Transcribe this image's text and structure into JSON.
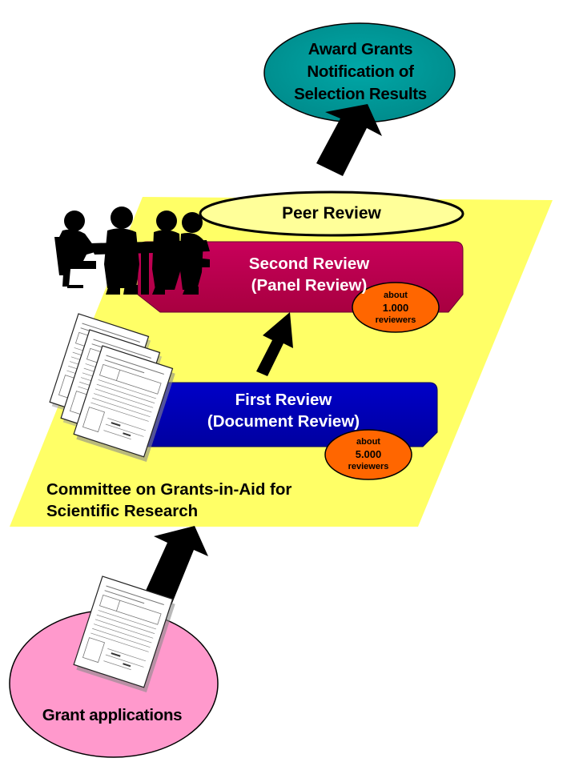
{
  "nodes": {
    "award": {
      "lines": [
        "Award Grants",
        "Notification of",
        "Selection Results"
      ]
    },
    "peer_review": {
      "label": "Peer Review"
    },
    "second_review": {
      "lines": [
        "Second Review",
        "(Panel Review)"
      ]
    },
    "first_review": {
      "lines": [
        "First Review",
        "(Document Review)"
      ]
    },
    "committee": {
      "lines": [
        "Committee on Grants-in-Aid for",
        "Scientific Research"
      ]
    },
    "grant_applications": {
      "label": "Grant applications"
    }
  },
  "badges": {
    "second": {
      "line1": "about",
      "count": "1.000",
      "line3": "reviewers"
    },
    "first": {
      "line1": "about",
      "count": "5.000",
      "line3": "reviewers"
    }
  },
  "colors": {
    "committee_fill": "#ffff66",
    "award_fill": "#009999",
    "second_review_fill": "#c0004f",
    "first_review_fill": "#0000b8",
    "badge_fill": "#ff6600",
    "grant_fill": "#ff99cc",
    "arrow_fill": "#000000"
  },
  "icons": {
    "meeting": "meeting-people-icon",
    "documents": "document-stack-icon"
  }
}
